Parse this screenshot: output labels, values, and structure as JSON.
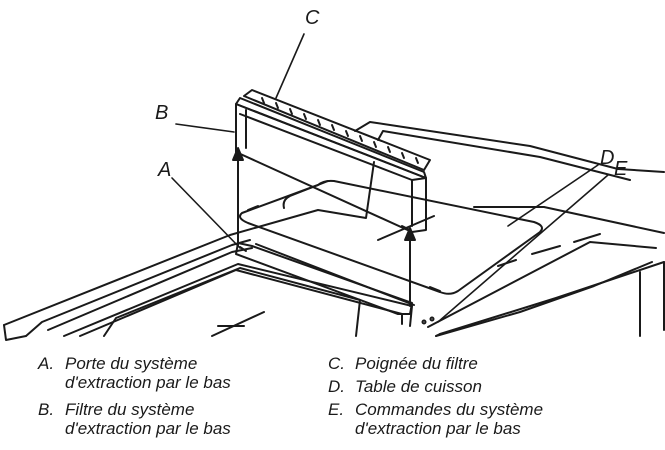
{
  "callouts": {
    "a": "A",
    "b": "B",
    "c": "C",
    "d": "D",
    "e": "E"
  },
  "legend": {
    "a": {
      "key": "A.",
      "line1": "Porte du système",
      "line2": "d'extraction par le bas"
    },
    "b": {
      "key": "B.",
      "line1": "Filtre du système",
      "line2": "d'extraction par le bas"
    },
    "c": {
      "key": "C.",
      "line1": "Poignée du filtre"
    },
    "d": {
      "key": "D.",
      "line1": "Table de cuisson"
    },
    "e": {
      "key": "E.",
      "line1": "Commandes du système",
      "line2": "d'extraction par le bas"
    }
  }
}
